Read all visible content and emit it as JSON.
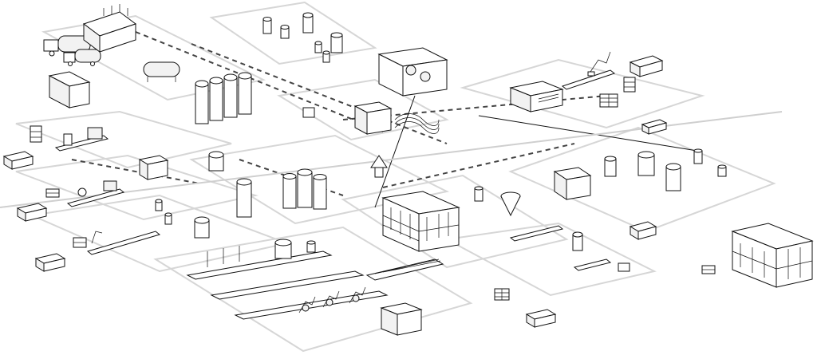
{
  "diagram": {
    "style": "isometric line drawing",
    "colors": {
      "line": "#111111",
      "plate_outline": "#d6d6d6",
      "background": "#ffffff"
    },
    "components": [
      "storage-tank-farm",
      "tank-battery",
      "factory-module",
      "cold-storage-building",
      "pasteurizer-unit",
      "robot-arm",
      "conveyor-line",
      "packaging-line",
      "tanker-truck",
      "delivery-van",
      "pallet-stack",
      "control-panel",
      "spiral-cooler",
      "silo-hopper"
    ]
  }
}
